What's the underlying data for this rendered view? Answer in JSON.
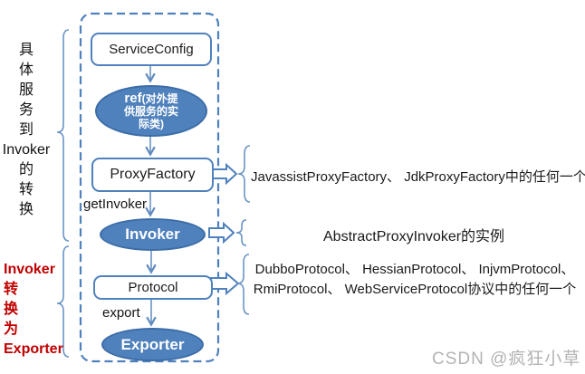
{
  "colors": {
    "accent_blue": "#4f81bd",
    "node_fill_blue": "#4f81bd",
    "node_border_dark": "#3c6da8",
    "red_annotation": "#c00000",
    "watermark_gray": "#b3b3b3"
  },
  "flow": {
    "nodes": {
      "service_config": "ServiceConfig",
      "ref_keyword": "ref",
      "ref_line1_rest": "(对外提",
      "ref_line2": "供服务的实",
      "ref_line3": "际类)",
      "proxy_factory": "ProxyFactory",
      "invoker": "Invoker",
      "protocol": "Protocol",
      "exporter": "Exporter"
    },
    "edge_labels": {
      "get_invoker": "getInvoker",
      "export": "export"
    }
  },
  "left_annotations": {
    "stage1": {
      "meaning": "具体服务到Invoker的转换",
      "segments": [
        "具",
        "体",
        "服",
        "务",
        "到",
        "Invoker",
        "的",
        "转",
        "换"
      ]
    },
    "stage2": {
      "meaning": "Invoker转换为Exporter",
      "segments": [
        "Invoker",
        "转",
        "换",
        "为",
        "Exporter"
      ]
    }
  },
  "right_annotations": {
    "proxy_factory_impls": "JavassistProxyFactory、 JdkProxyFactory中的任何一个",
    "invoker_impl": "AbstractProxyInvoker的实例",
    "protocol_impls_line1": "DubboProtocol、 HessianProtocol、 InjvmProtocol、",
    "protocol_impls_line2": "RmiProtocol、 WebServiceProtocol协议中的任何一个"
  },
  "watermark": "CSDN @疯狂小草"
}
